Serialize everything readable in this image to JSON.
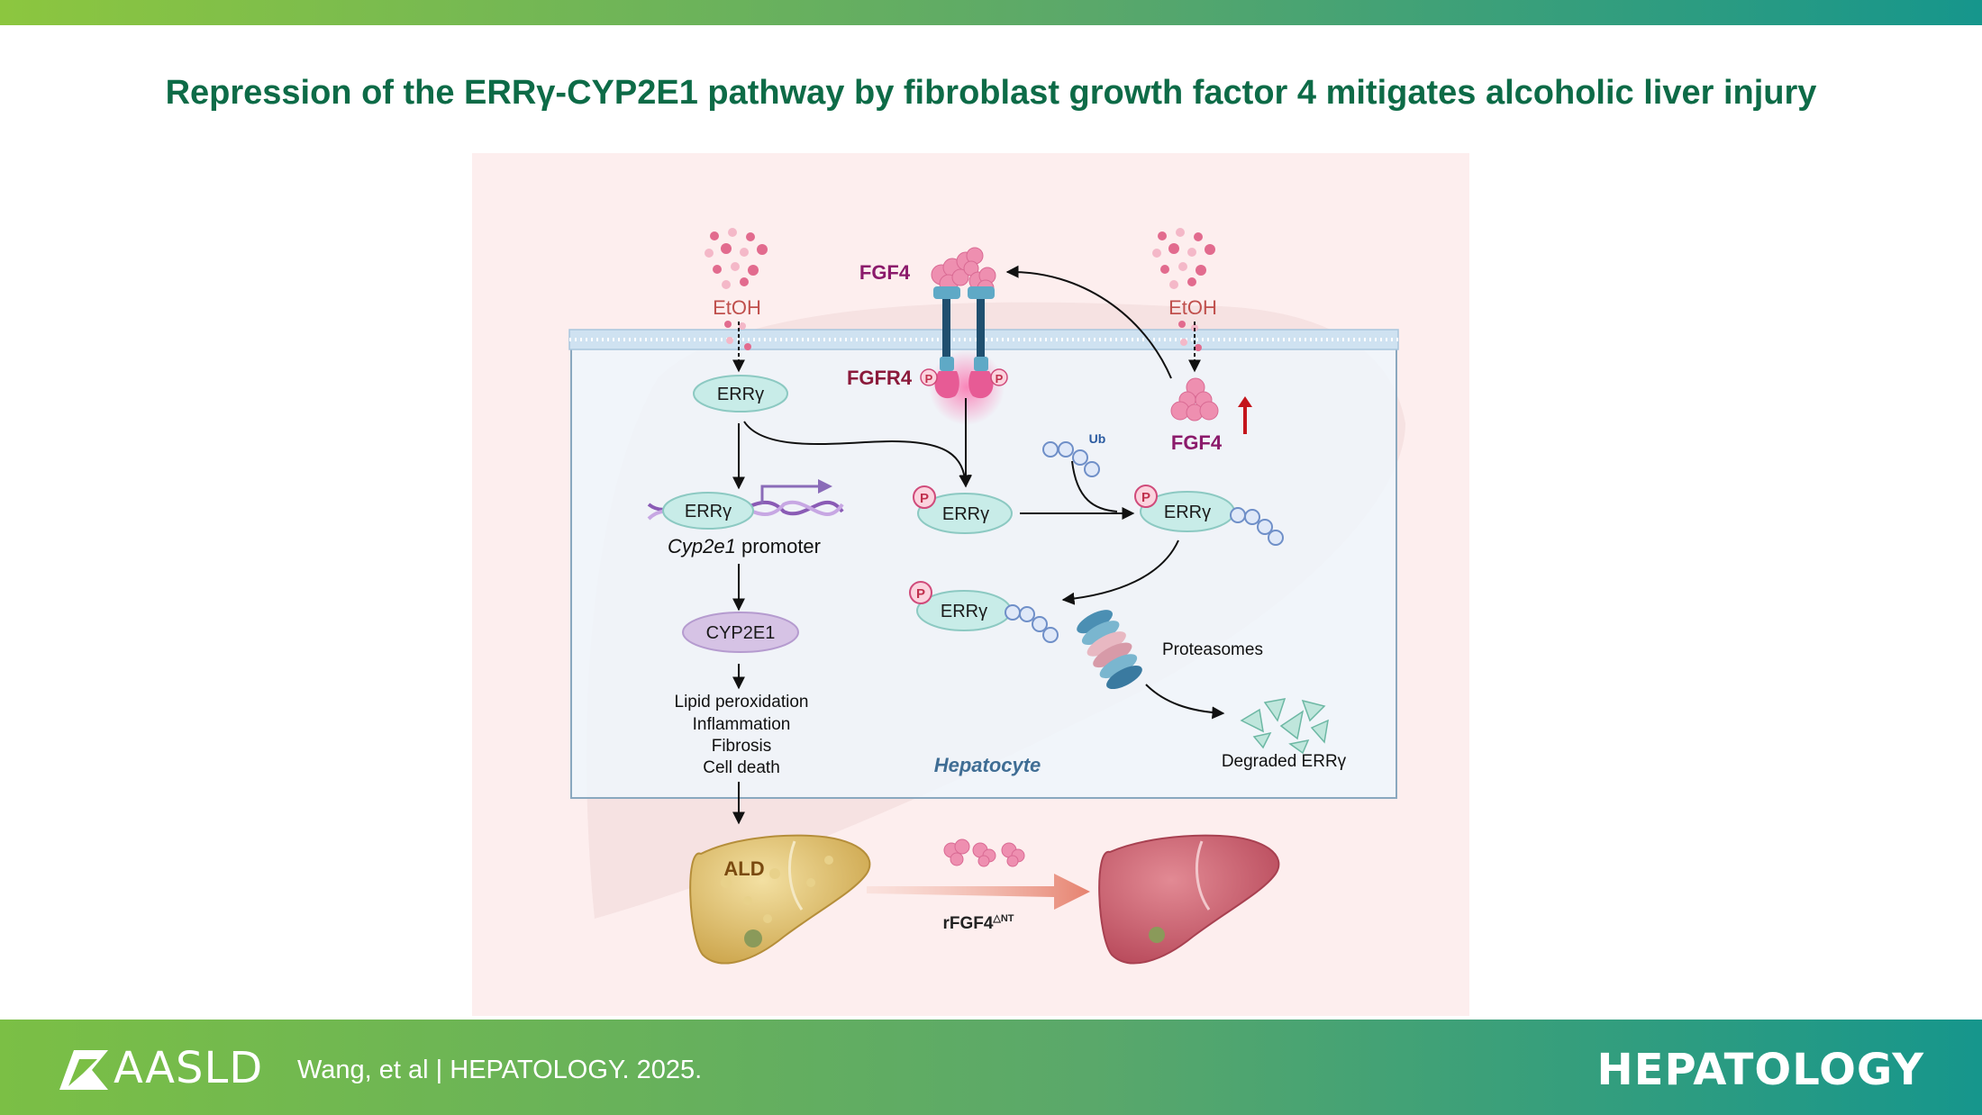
{
  "title": "Repression of the ERRγ-CYP2E1 pathway by fibroblast growth factor 4 mitigates alcoholic liver injury",
  "diagram": {
    "etoh_left": "EtOH",
    "etoh_right": "EtOH",
    "fgf4_top": "FGF4",
    "fgf4_right": "FGF4",
    "fgfr4": "FGFR4",
    "p": "P",
    "ub": "Ub",
    "erry": "ERRγ",
    "promoter_italic": "Cyp2e1",
    "promoter_rest": " promoter",
    "cyp2e1": "CYP2E1",
    "outcomes": [
      "Lipid peroxidation",
      "Inflammation",
      "Fibrosis",
      "Cell death"
    ],
    "hepatocyte": "Hepatocyte",
    "proteasomes": "Proteasomes",
    "degraded": "Degraded ERRγ",
    "ald": "ALD",
    "treatment_main": "rFGF4",
    "treatment_sup": "△NT"
  },
  "footer": {
    "logo": "AASLD",
    "citation": "Wang, et al  |  HEPATOLOGY. 2025.",
    "journal": "HEPATOLOGY"
  },
  "colors": {
    "title_green": "#0d6b47",
    "etoh_red": "#c0504d",
    "fgf4_purple": "#8b1a6b",
    "errg_fill": "#c8ece8",
    "cyp2e1_fill": "#d6c3e5",
    "ald_brown": "#7a4a10"
  }
}
